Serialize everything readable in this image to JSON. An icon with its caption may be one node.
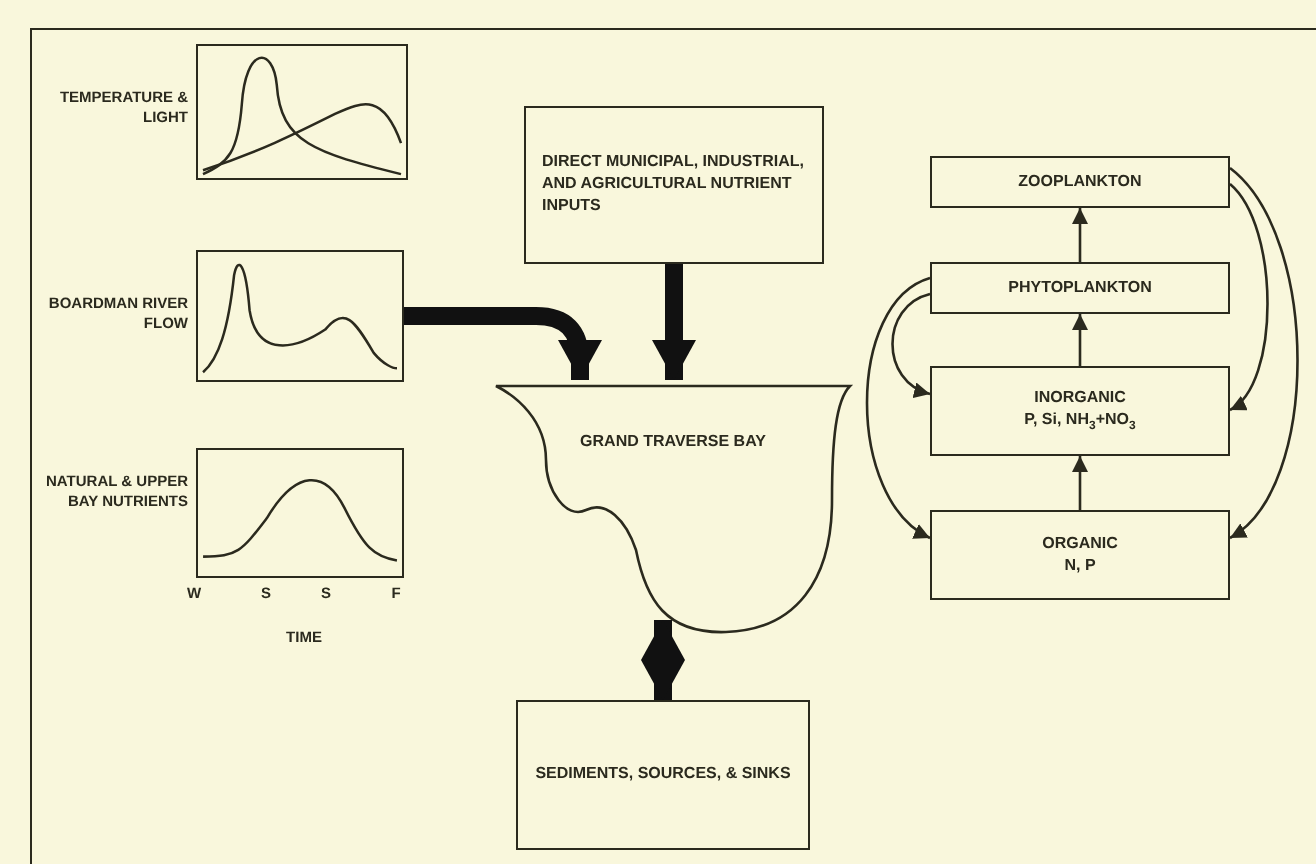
{
  "diagram": {
    "nodes": [
      {
        "text": [],
        "shape": "picture",
        "beside": [
          "TEMPERATURE & LIGHT"
        ]
      },
      {
        "text": [],
        "shape": "picture",
        "beside": [
          "BOARDMAN RIVER FLOW"
        ]
      },
      {
        "text": [],
        "shape": "picture",
        "beside": [
          "NATURAL & UPPER BAY NUTRIENTS"
        ]
      },
      {
        "text": [
          "DIRECT MUNICIPAL, INDUSTRIAL, AND AGRICULTURAL NUTRIENT INPUTS"
        ]
      },
      {
        "text": [
          "GRAND TRAVERSE BAY"
        ]
      },
      {
        "text": [
          "SEDIMENTS, SOURCES, & SINKS"
        ]
      },
      {
        "text": [
          "ZOOPLANKTON"
        ]
      },
      {
        "text": [
          "PHYTOPLANKTON"
        ]
      },
      {
        "text": [
          "INORGANIC",
          "P, Si, NH$_{3}$+NO$_{3}$"
        ]
      },
      {
        "text": [
          "ORGANIC",
          "N, P"
        ]
      }
    ],
    "edges": [
      {
        "from": 1,
        "to": 4,
        "arrow": "to",
        "style": "thick"
      },
      {
        "from": 3,
        "to": 4,
        "arrow": "to",
        "style": "thick"
      },
      {
        "from": 4,
        "to": 5,
        "arrow": "both",
        "style": "thick"
      },
      {
        "from": 7,
        "to": 6,
        "arrow": "to"
      },
      {
        "from": 8,
        "to": 7,
        "arrow": "to"
      },
      {
        "from": 9,
        "to": 8,
        "arrow": "to"
      },
      {
        "from": 6,
        "to": 8,
        "arrow": "to"
      },
      {
        "from": 6,
        "to": 9,
        "arrow": "to"
      },
      {
        "from": 7,
        "to": 8,
        "arrow": "to"
      },
      {
        "from": 7,
        "to": 9,
        "arrow": "to"
      }
    ],
    "labels": [
      "W",
      "S",
      "S",
      "F",
      "TIME"
    ]
  }
}
